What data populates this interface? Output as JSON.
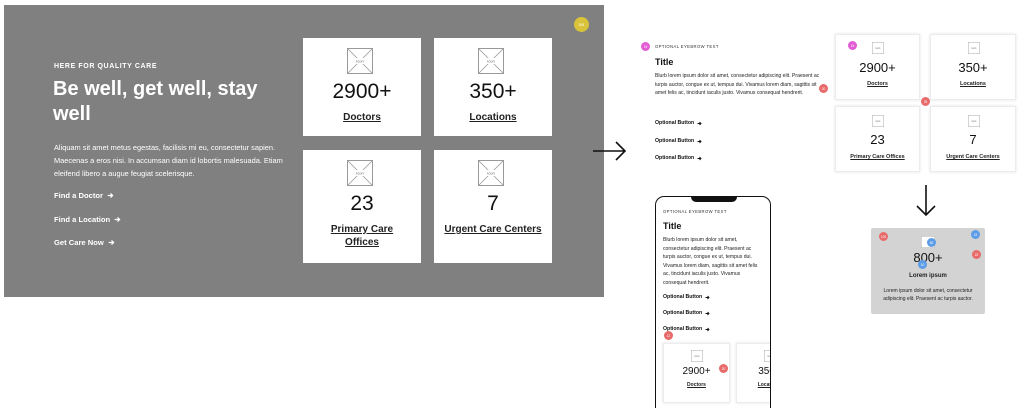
{
  "hero": {
    "eyebrow": "HERE FOR QUALITY CARE",
    "title": "Be well, get well, stay well",
    "body": "Aliquam sit amet metus egestas, facilisis mi eu, consectetur sapien. Maecenas a eros nisi. In accumsan diam id lobortis malesuada. Etiam eleifend libero a augue feugiat scelerisque.",
    "links": [
      "Find a Doctor",
      "Find a Location",
      "Get Care Now"
    ],
    "badge": "5/5",
    "placeholder_text": "icon"
  },
  "stats": [
    {
      "value": "2900+",
      "label": "Doctors"
    },
    {
      "value": "350+",
      "label": "Locations"
    },
    {
      "value": "23",
      "label": "Primary Care Offices"
    },
    {
      "value": "7",
      "label": "Urgent Care Centers"
    }
  ],
  "spec": {
    "eyebrow": "OPTIONAL EYEBROW TEXT",
    "title": "Title",
    "body": "Blurb lorem ipsum dolor sit amet, consectetur adipiscing elit. Praesent ac turpis auctor, congue ex ut, tempus dui. Vivamus lorem diam, sagittis sit amet felis ac, tincidunt iaculis justo. Vivamus consequat hendrerit.",
    "button": "Optional Button",
    "dot_labels": [
      "15",
      "20",
      "25"
    ]
  },
  "mobile": {
    "dot_labels": [
      "12",
      "20"
    ]
  },
  "hover": {
    "value": "800+",
    "label": "Lorem ipsum",
    "body": "Lorem ipsum dolor sit amet, consectetur adipiscing elit. Praesent ac turpis auctor.",
    "dot_labels": [
      "100",
      "50",
      "22",
      "10"
    ]
  },
  "colors": {
    "hero_bg": "#808080",
    "badge": "#d9c33a",
    "pink_marker": "#e25cd3",
    "red_marker": "#e86a6a",
    "blue_marker": "#5d9ce6",
    "hover_bg": "#d3d3d3"
  }
}
